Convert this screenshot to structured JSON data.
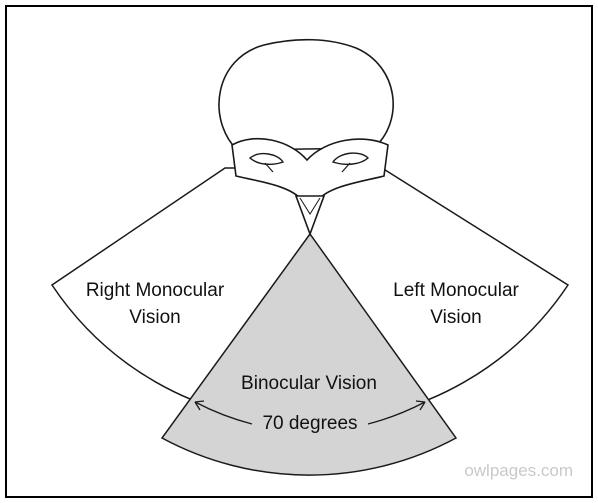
{
  "labels": {
    "right_monocular_line1": "Right Monocular",
    "right_monocular_line2": "Vision",
    "left_monocular_line1": "Left Monocular",
    "left_monocular_line2": "Vision",
    "binocular": "Binocular Vision",
    "angle": "70 degrees"
  },
  "watermark": "owlpages.com",
  "colors": {
    "frame": "#000000",
    "outline": "#1a1a1a",
    "binocular_fill": "#d4d4d4",
    "monocular_fill": "#ffffff",
    "watermark": "#c9c9c9"
  }
}
